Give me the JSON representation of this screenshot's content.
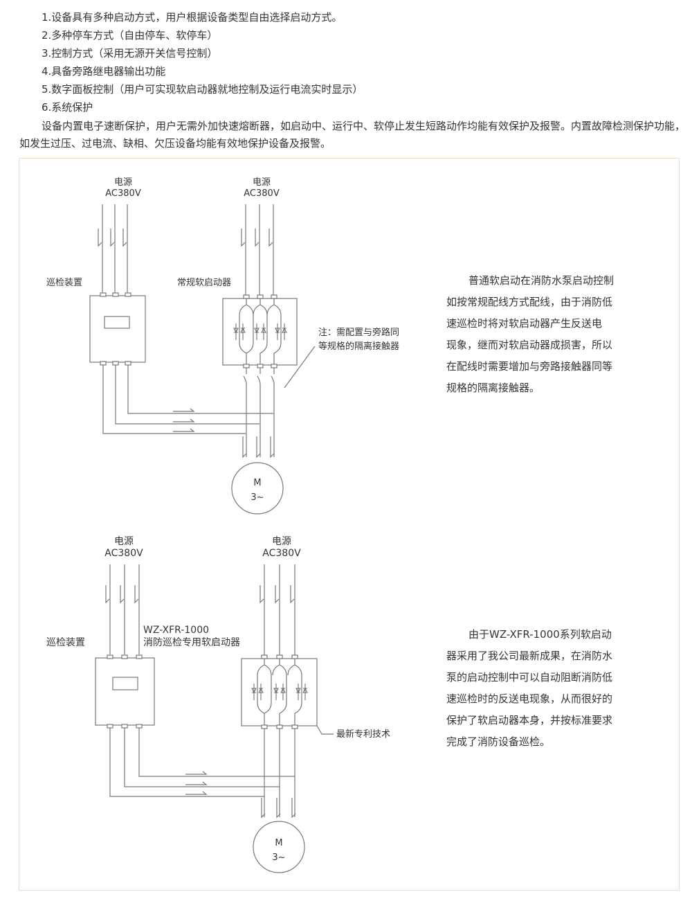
{
  "features": [
    "1.设备具有多种启动方式，用户根据设备类型自由选择启动方式。",
    "2.多种停车方式（自由停车、软停车）",
    "3.控制方式（采用无源开关信号控制）",
    "4.具备旁路继电器输出功能",
    "5.数字面板控制（用户可实现软启动器就地控制及运行电流实时显示）",
    "6.系统保护"
  ],
  "protection_text": "设备内置电子速断保护，用户无需外加快速熔断器，如启动中、运行中、软停止发生短路动作均能有效保护及报警。内置故障检测保护功能，如发生过压、过电流、缺相、欠压设备均能有效地保护设备及报警。",
  "diagram1": {
    "power_left_1": "电源",
    "power_left_2": "AC380V",
    "power_right_1": "电源",
    "power_right_2": "AC380V",
    "inspection_device": "巡检装置",
    "conventional_starter": "常规软启动器",
    "note_line1": "注：需配置与旁路同",
    "note_line2": "等规格的隔离接触器",
    "motor_m": "M",
    "motor_phase": "3~",
    "description": [
      "普通软启动在消防水泵启动控制",
      "如按常规配线方式配线，由于消防低",
      "速巡检时将对软启动器产生反送电",
      "现象，继而对软启动器成损害，所以",
      "在配线时需要增加与旁路接触器同等",
      "规格的隔离接触器。"
    ]
  },
  "diagram2": {
    "power_left_1": "电源",
    "power_left_2": "AC380V",
    "power_right_1": "电源",
    "power_right_2": "AC380V",
    "inspection_device": "巡检装置",
    "model": "WZ-XFR-1000",
    "model_desc": "消防巡检专用软启动器",
    "patent": "最新专利技术",
    "motor_m": "M",
    "motor_phase": "3~",
    "description": [
      "由于WZ-XFR-1000系列软启动",
      "器采用了我公司最新成果，在消防水",
      "泵的启动控制中可以自动阻断消防低",
      "速巡检时的反送电现象，从而很好的",
      "保护了软启动器本身，并按标准要求",
      "完成了消防设备巡检。"
    ]
  }
}
